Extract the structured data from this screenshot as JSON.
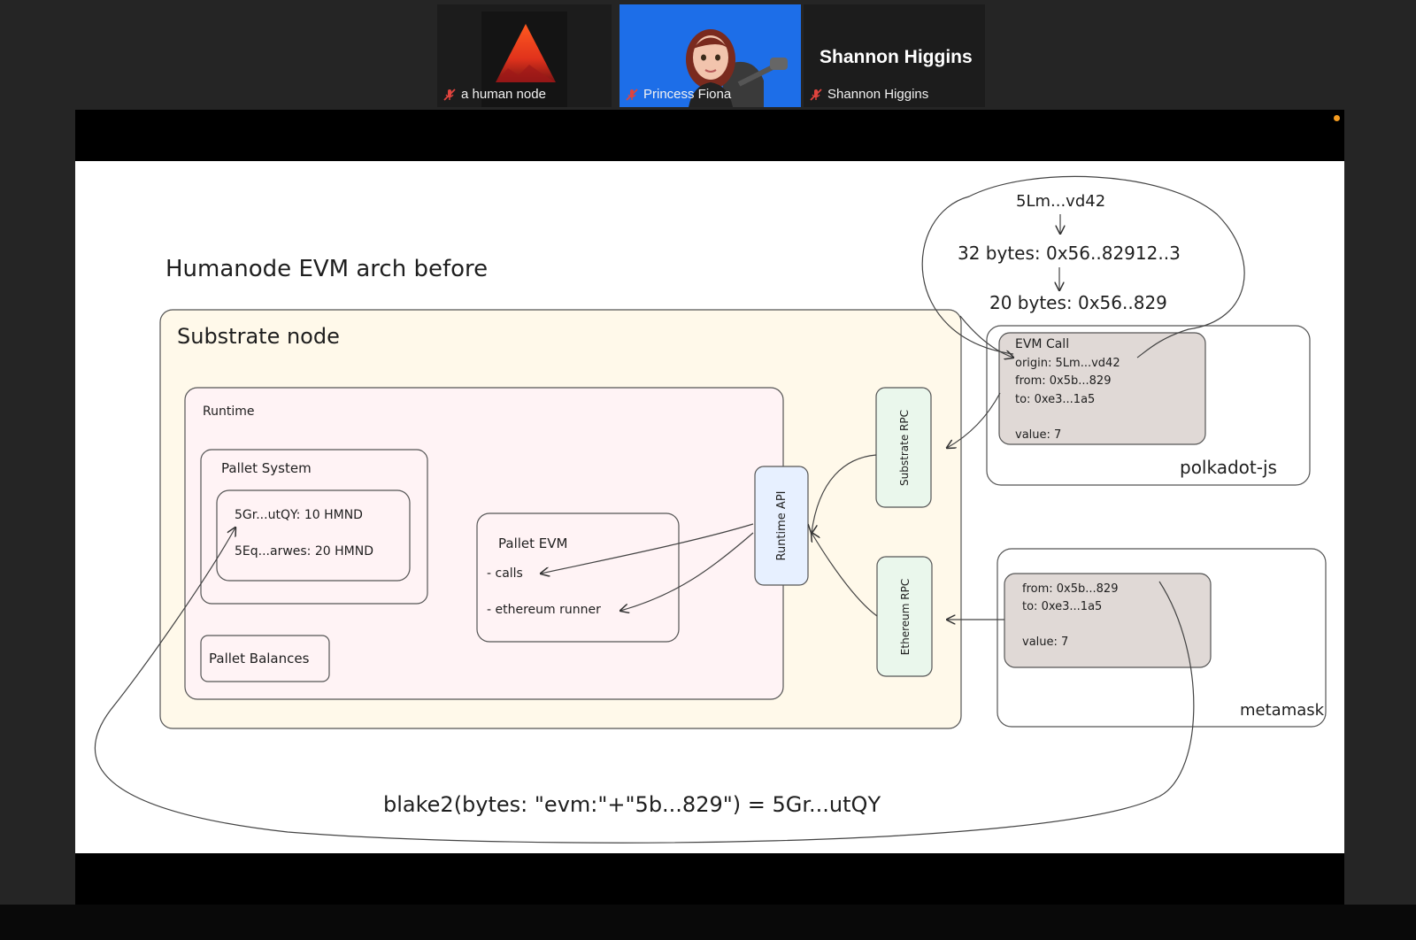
{
  "participants": [
    {
      "name": "a human node",
      "muted": true,
      "avatar": "mountain-logo"
    },
    {
      "name": "Princess Fiona",
      "muted": true,
      "speaking": true,
      "avatar": "cartoon-avatar-with-microphone"
    },
    {
      "name": "Shannon Higgins",
      "muted": true,
      "display_name": "Shannon Higgins"
    }
  ],
  "slide": {
    "title": "Humanode EVM arch before",
    "substrate_node": {
      "label": "Substrate node",
      "runtime": {
        "label": "Runtime",
        "pallet_system": {
          "label": "Pallet System",
          "balances": [
            "5Gr...utQY: 10 HMND",
            "5Eq...arwes: 20 HMND"
          ]
        },
        "pallet_balances": "Pallet Balances",
        "pallet_evm": {
          "label": "Pallet EVM",
          "items": [
            "- calls",
            "- ethereum runner"
          ]
        },
        "runtime_api": "Runtime API"
      },
      "substrate_rpc": "Substrate RPC",
      "ethereum_rpc": "Ethereum RPC"
    },
    "polkadot_js": {
      "label": "polkadot-js",
      "evm_call": {
        "title": "EVM Call",
        "origin": "origin: 5Lm...vd42",
        "from": "from: 0x5b...829",
        "to": "to: 0xe3...1a5",
        "value": "value: 7"
      }
    },
    "metamask": {
      "label": "metamask",
      "tx": {
        "from": "from: 0x5b...829",
        "to": "to: 0xe3...1a5",
        "value": "value: 7"
      }
    },
    "derivation": {
      "address": "5Lm...vd42",
      "bytes32": "32 bytes: 0x56..82912..3",
      "bytes20": "20 bytes: 0x56..829"
    },
    "formula": "blake2(bytes: \"evm:\"+\"5b...829\") = 5Gr...utQY"
  },
  "colors": {
    "substrate_fill": "#fff9ea",
    "runtime_fill": "#fff3f5",
    "rpc_fill": "#eaf7ec",
    "runtime_api_fill": "#e7f0ff",
    "call_fill": "#e0d9d6",
    "speaking_tile": "#1d6ee8",
    "mute_red": "#e0443e",
    "recording_dot": "#f39a1f"
  }
}
